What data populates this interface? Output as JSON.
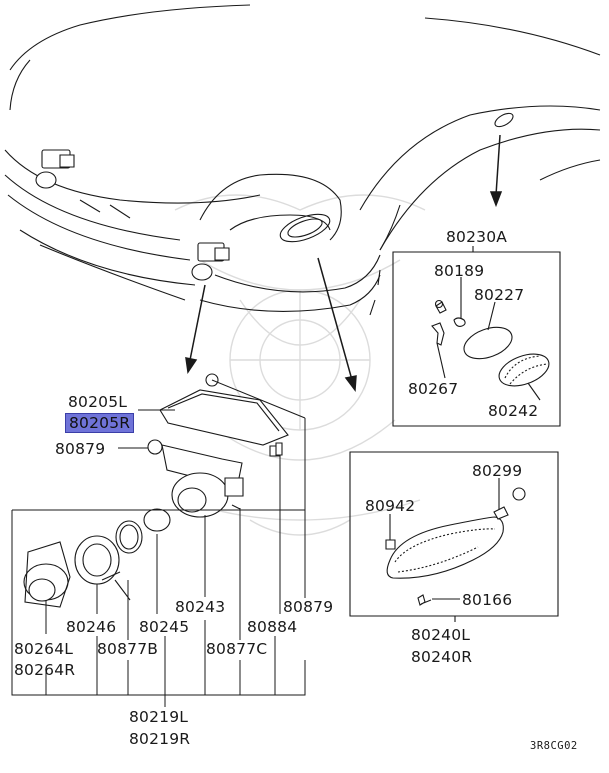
{
  "diagram_code": "3R8CG02",
  "parts": {
    "p80230A": "80230A",
    "p80189": "80189",
    "p80227": "80227",
    "p80267": "80267",
    "p80242": "80242",
    "p80205L": "80205L",
    "p80205R": "80205R",
    "p80879a": "80879",
    "p80879b": "80879",
    "p80299": "80299",
    "p80942": "80942",
    "p80166": "80166",
    "p80240L": "80240L",
    "p80240R": "80240R",
    "p80264L": "80264L",
    "p80264R": "80264R",
    "p80246": "80246",
    "p80245": "80245",
    "p80243": "80243",
    "p80884": "80884",
    "p80877B": "80877B",
    "p80877C": "80877C",
    "p80219L": "80219L",
    "p80219R": "80219R"
  },
  "highlighted_part": "80205R",
  "colors": {
    "line": "#1a1a1a",
    "highlight": "#6f73d8",
    "watermark": "#d9d9d9"
  }
}
